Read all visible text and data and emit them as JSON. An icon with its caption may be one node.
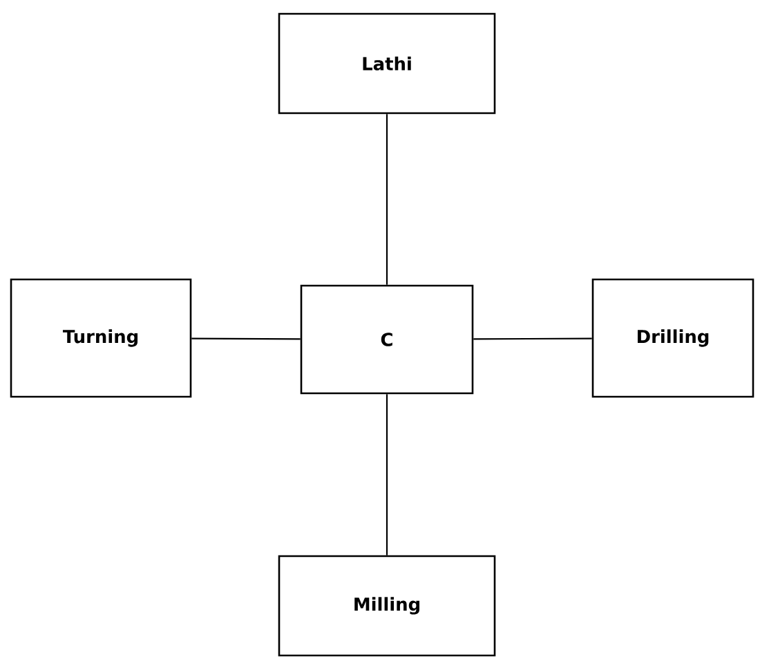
{
  "diagram": {
    "nodes": [
      {
        "text": [
          "Lathi"
        ]
      },
      {
        "text": [
          "Turning"
        ]
      },
      {
        "text": [
          "C"
        ]
      },
      {
        "text": [
          "Drilling"
        ]
      },
      {
        "text": [
          "Milling"
        ]
      }
    ],
    "edges": [
      {
        "from": 2,
        "to": 0,
        "arrow": "none"
      },
      {
        "from": 2,
        "to": 1,
        "arrow": "none"
      },
      {
        "from": 2,
        "to": 3,
        "arrow": "none"
      },
      {
        "from": 2,
        "to": 4,
        "arrow": "none"
      }
    ]
  }
}
